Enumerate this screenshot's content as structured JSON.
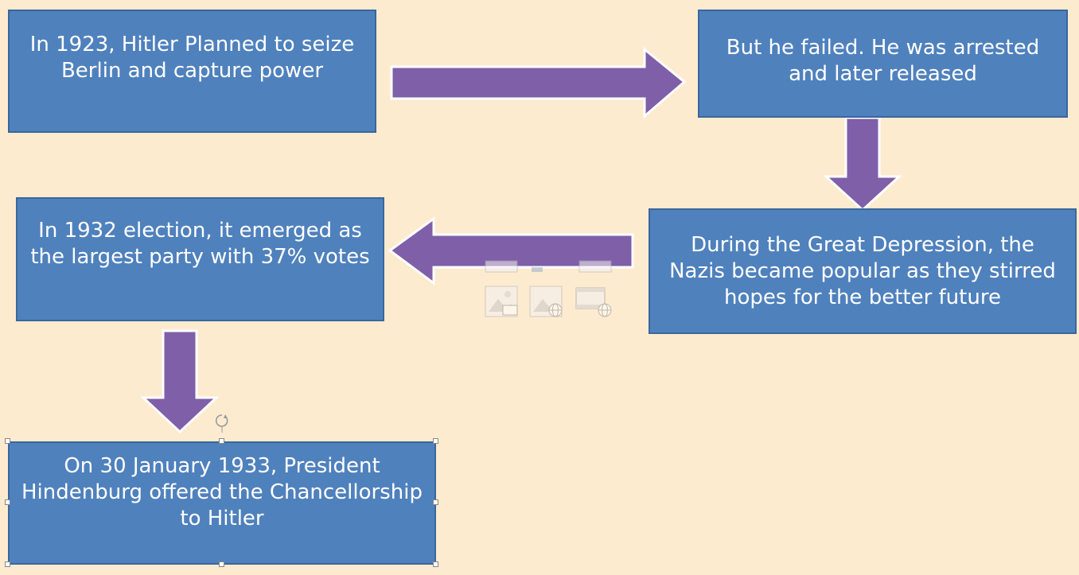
{
  "flowchart": {
    "steps": [
      "In 1923, Hitler Planned to seize Berlin and capture power",
      "But he failed. He was arrested and later released",
      "During the Great Depression, the Nazis became popular as they stirred hopes for the better future",
      "In 1932 election, it emerged as the largest party with 37% votes",
      "On 30 January 1933, President Hindenburg offered the Chancellorship to Hitler"
    ]
  },
  "colors": {
    "background": "#fdebd0",
    "box_fill": "#4f81bd",
    "arrow_fill": "#7f5fa8",
    "text": "#ffffff"
  },
  "icons": [
    "picture-device-icon",
    "picture-web-icon",
    "video-web-icon",
    "rotate-handle-icon"
  ]
}
